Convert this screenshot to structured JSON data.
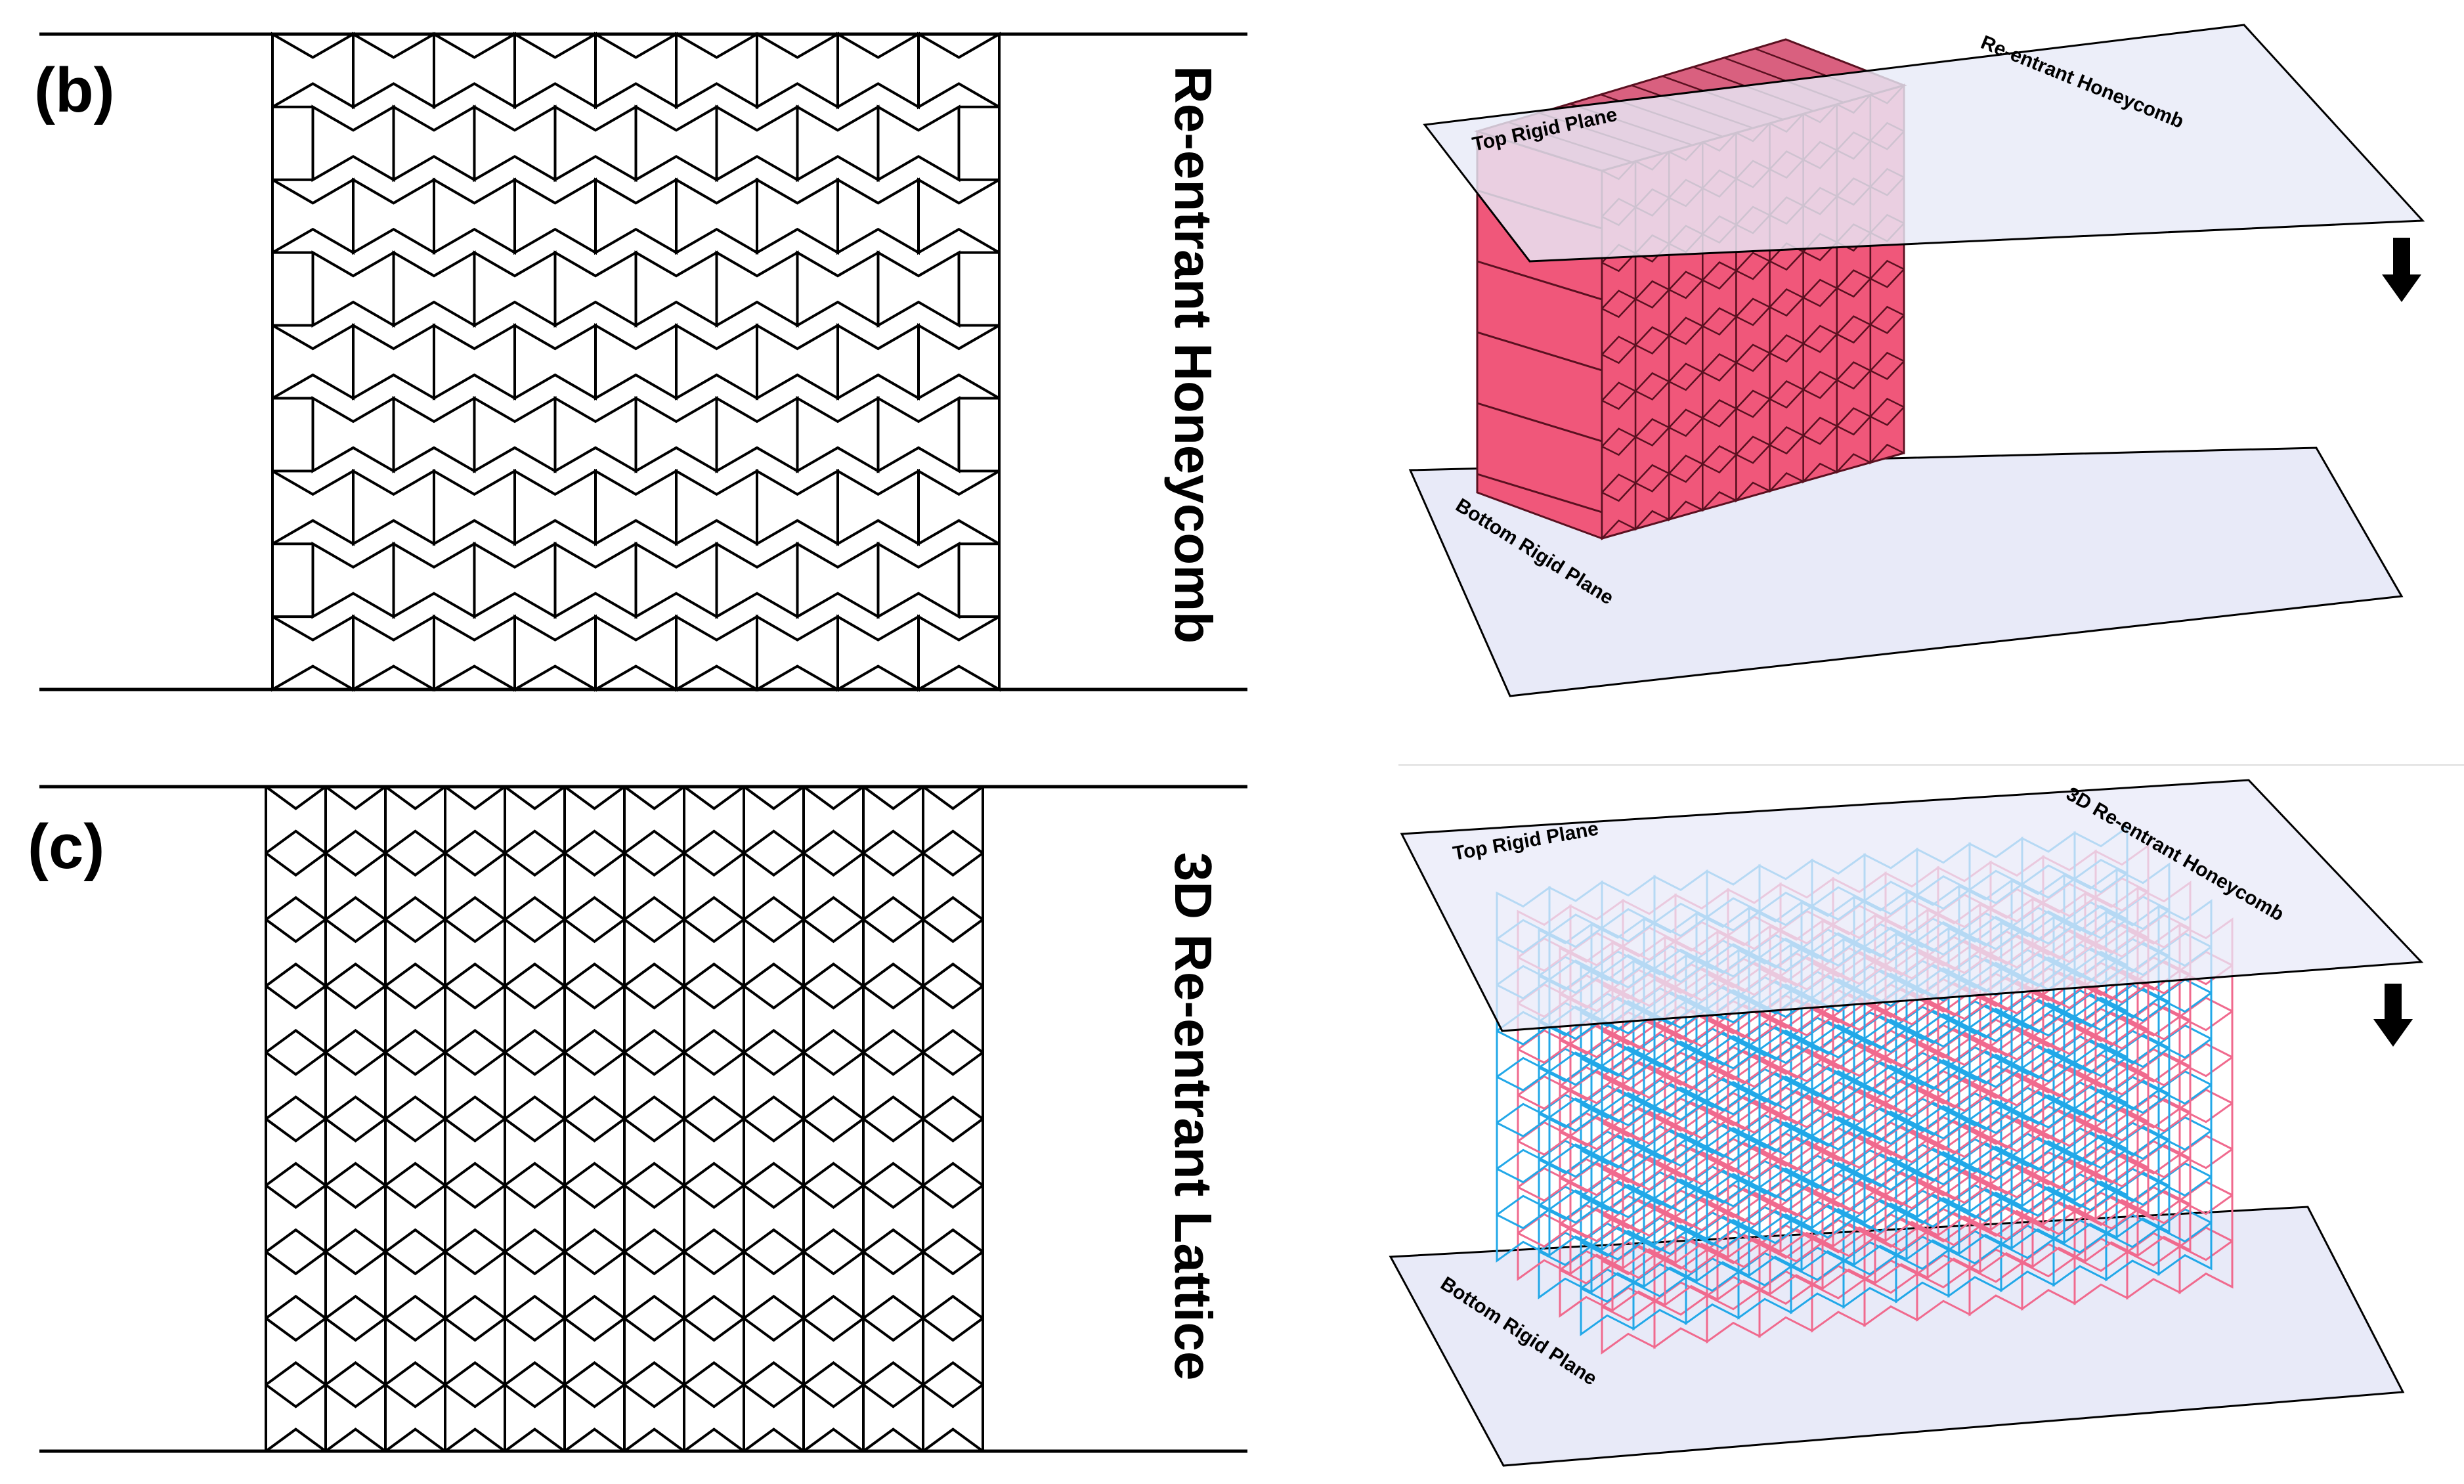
{
  "panels": [
    {
      "label": "(b)",
      "side_title": "Re-entrant Honeycomb",
      "plane_top": "Top Rigid Plane",
      "plane_structure": "Re-entrant Honeycomb",
      "plane_bottom": "Bottom Rigid Plane"
    },
    {
      "label": "(c)",
      "side_title": "3D Re-entrant Lattice",
      "plane_top": "Top Rigid Plane",
      "plane_structure": "3D Re-entrant Honeycomb",
      "plane_bottom": "Bottom Rigid Plane"
    }
  ],
  "colors": {
    "line": "#000000",
    "plane_fill": "#e8eaf8",
    "solid_face": "#f0577a",
    "solid_top": "#d9607f",
    "solid_edge": "#5a1020",
    "lattice_pink": "#f06a8e",
    "lattice_blue": "#22a8e8",
    "arrow": "#000000"
  },
  "icons": [
    "down-arrow-icon",
    "down-arrow-icon"
  ]
}
